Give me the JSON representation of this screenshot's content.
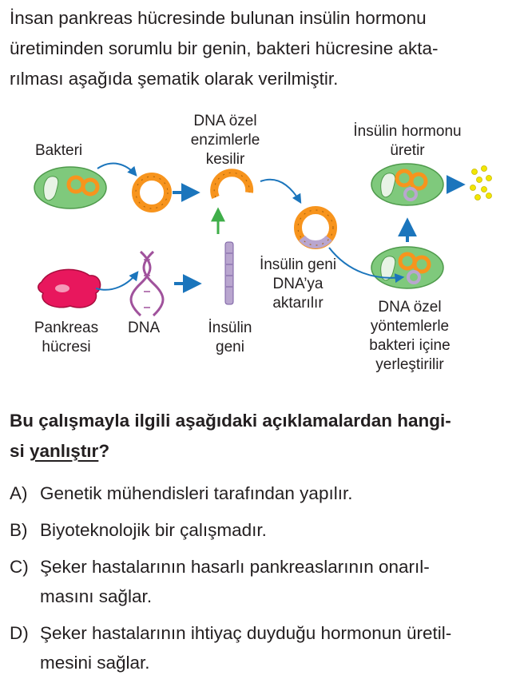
{
  "intro": {
    "line1": "İnsan pankreas hücresinde bulunan insülin hormonu",
    "line2": "üretiminden sorumlu bir genin, bakteri hücresine akta-",
    "line3": "rılması aşağıda şematik olarak verilmiştir."
  },
  "figure": {
    "labels": {
      "bakteri": "Bakteri",
      "dna_ozel_1": "DNA özel",
      "dna_ozel_2": "enzimlerle",
      "dna_ozel_3": "kesilir",
      "hormon_1": "İnsülin hormonu",
      "hormon_2": "üretir",
      "aktar_1": "İnsülin geni",
      "aktar_2": "DNA’ya",
      "aktar_3": "aktarılır",
      "pank_1": "Pankreas",
      "pank_2": "hücresi",
      "dna": "DNA",
      "gen_1": "İnsülin",
      "gen_2": "geni",
      "yontem_1": "DNA özel",
      "yontem_2": "yöntemlerle",
      "yontem_3": "bakteri içine",
      "yontem_4": "yerleştirilir"
    },
    "colors": {
      "bacterium": "#7fc97c",
      "plasmid": "#f7941d",
      "pancreas_cell": "#e8175d",
      "dna_helix": "#a0529c",
      "gene": "#b9a6cf",
      "arrow": "#1b75bc",
      "green_arrow": "#3fae49",
      "insulin": "#f2e600"
    }
  },
  "question": {
    "text": "Bu çalışmayla ilgili aşağıdaki açıklamalardan hangi-",
    "text2_pre": "si ",
    "text2_underlined": "yanlıştır",
    "text2_post": "?"
  },
  "options": [
    {
      "key": "A)",
      "text": "Genetik mühendisleri tarafından yapılır."
    },
    {
      "key": "B)",
      "text": "Biyoteknolojik bir çalışmadır."
    },
    {
      "key": "C)",
      "line1": "Şeker hastalarının hasarlı pankreaslarının onarıl-",
      "line2": "masını sağlar."
    },
    {
      "key": "D)",
      "line1": "Şeker hastalarının ihtiyaç duyduğu hormonun üretil-",
      "line2": "mesini sağlar."
    }
  ]
}
